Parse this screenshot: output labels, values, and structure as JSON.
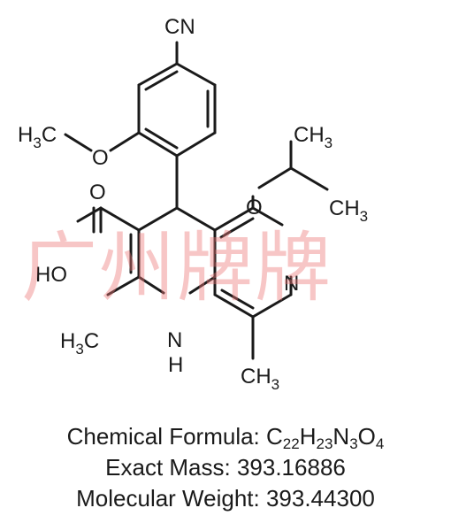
{
  "labels": {
    "cn": "CN",
    "h3c_methoxy": "H",
    "h3c_methoxy_sub": "3",
    "h3c_methoxy_c": "C",
    "o_methoxy": "O",
    "ch3_top": "CH",
    "ch3_top_sub": "3",
    "ch3_right": "CH",
    "ch3_right_sub": "3",
    "o_isopropoxy": "O",
    "o_carbonyl": "O",
    "ho": "HO",
    "n_pyridine": "N",
    "h3c_left": "H",
    "h3c_left_sub": "3",
    "h3c_left_c": "C",
    "nh_n": "N",
    "nh_h": "H",
    "ch3_bottom": "CH",
    "ch3_bottom_sub": "3"
  },
  "watermark": "广州牌牌",
  "formula": {
    "label": "Chemical Formula: ",
    "parts": [
      {
        "el": "C",
        "n": "22"
      },
      {
        "el": "H",
        "n": "23"
      },
      {
        "el": "N",
        "n": "3"
      },
      {
        "el": "O",
        "n": "4"
      }
    ]
  },
  "exact_mass": "Exact Mass: 393.16886",
  "molecular_weight": "Molecular Weight: 393.44300"
}
